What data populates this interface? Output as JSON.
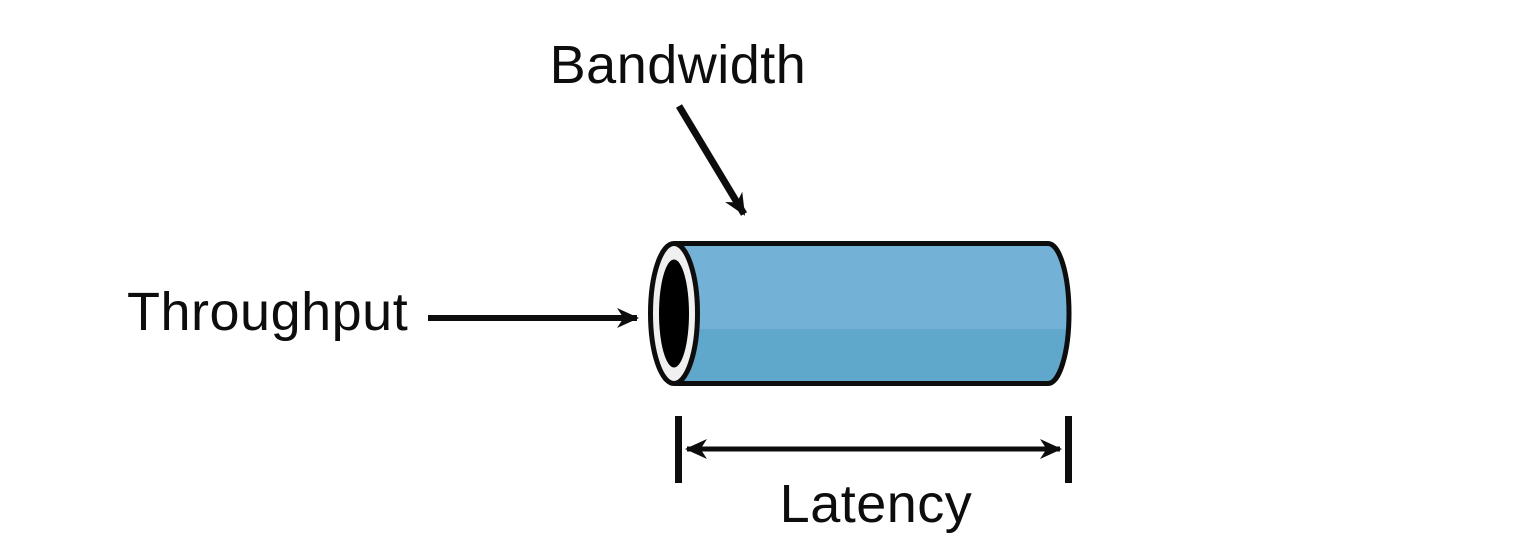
{
  "diagram": {
    "description": "Network pipe diagram illustrating bandwidth, throughput and latency",
    "labels": {
      "bandwidth": "Bandwidth",
      "throughput": "Throughput",
      "latency": "Latency"
    },
    "colors": {
      "background": "#ffffff",
      "pipe_top": "#74b1d6",
      "pipe_bottom": "#60a7cc",
      "pipe_outline": "#0d0d0d",
      "opening_ring": "#f0f0f0",
      "opening_hole": "#000000",
      "arrow": "#0d0d0d",
      "text": "#0d0d0d"
    }
  }
}
